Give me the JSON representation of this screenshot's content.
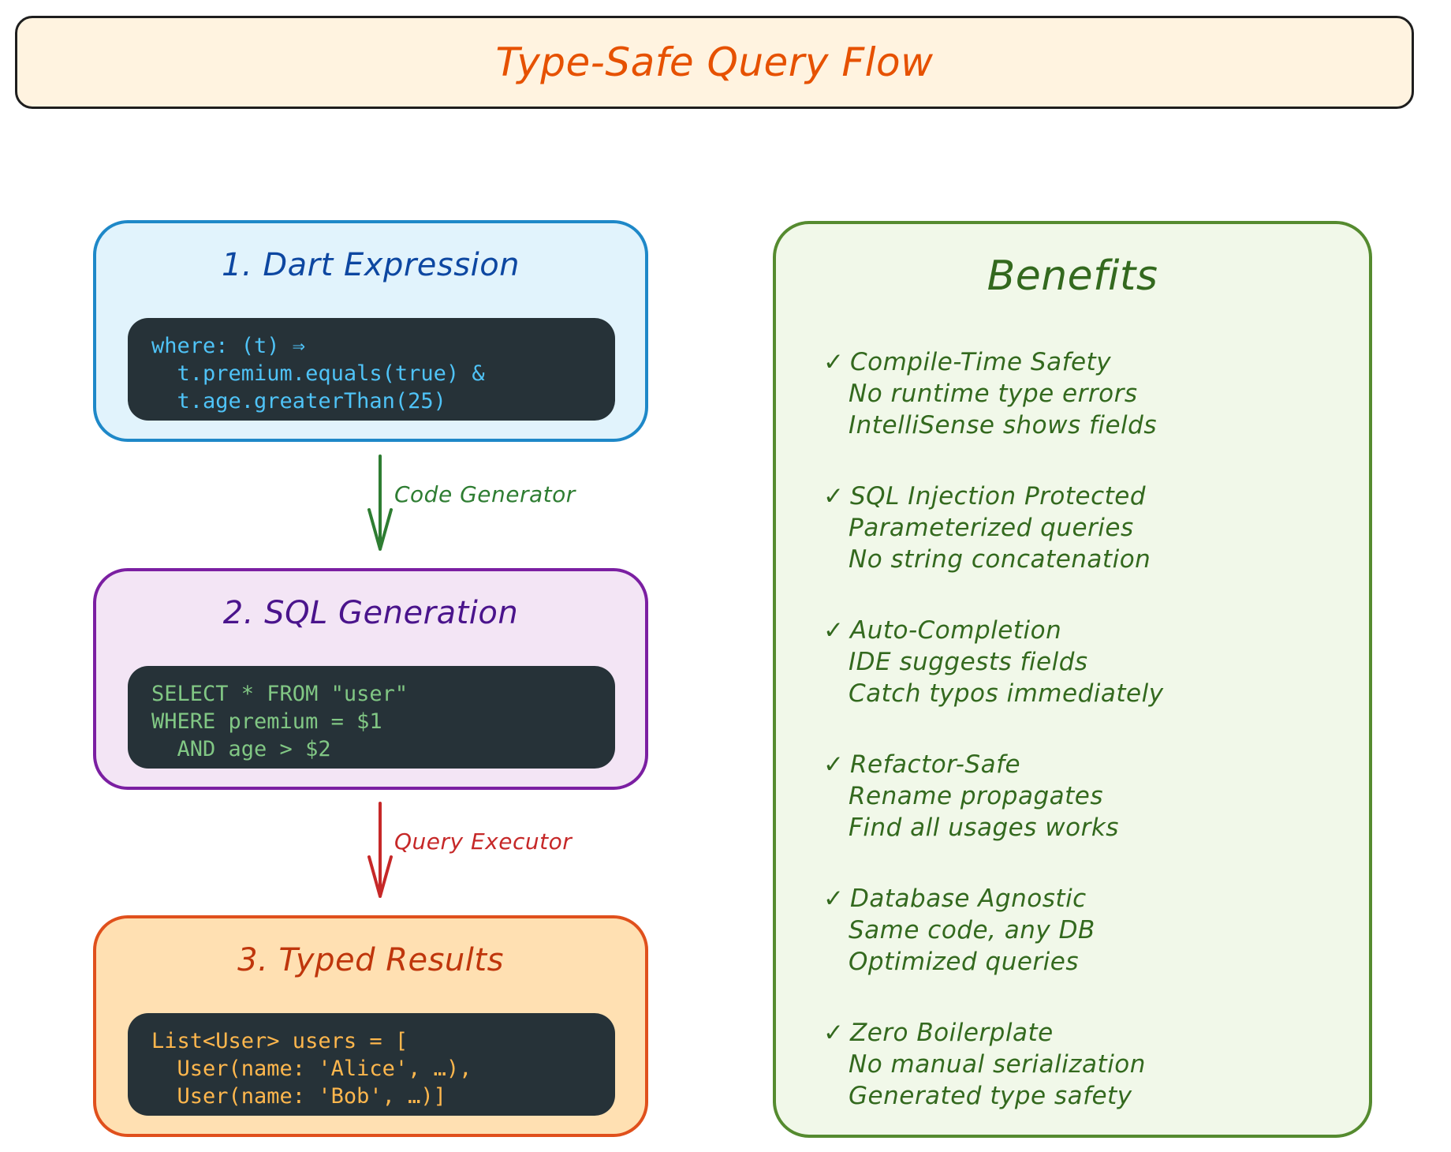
{
  "title": "Type-Safe Query Flow",
  "colors": {
    "title_text": "#e65100",
    "step1_border": "#1e88c8",
    "step2_border": "#7b1fa2",
    "step3_border": "#e0501c",
    "benefits_border": "#558b2f",
    "code_background": "#263238"
  },
  "steps": [
    {
      "title": "1. Dart Expression",
      "code": [
        "where: (t) ⇒",
        "  t.premium.equals(true) &",
        "  t.age.greaterThan(25)"
      ]
    },
    {
      "title": "2. SQL Generation",
      "code": [
        "SELECT * FROM \"user\"",
        "WHERE premium = $1",
        "  AND age > $2"
      ]
    },
    {
      "title": "3. Typed Results",
      "code": [
        "List<User> users = [",
        "  User(name: 'Alice', …),",
        "  User(name: 'Bob', …)]"
      ]
    }
  ],
  "arrows": [
    {
      "label": "Code Generator",
      "color": "#2e7d32"
    },
    {
      "label": "Query Executor",
      "color": "#c62828"
    }
  ],
  "benefits": {
    "title": "Benefits",
    "check_icon": "✓",
    "items": [
      {
        "heading": "Compile-Time Safety",
        "details": [
          "No runtime type errors",
          "IntelliSense shows fields"
        ]
      },
      {
        "heading": "SQL Injection Protected",
        "details": [
          "Parameterized queries",
          "No string concatenation"
        ]
      },
      {
        "heading": "Auto-Completion",
        "details": [
          "IDE suggests fields",
          "Catch typos immediately"
        ]
      },
      {
        "heading": "Refactor-Safe",
        "details": [
          "Rename propagates",
          "Find all usages works"
        ]
      },
      {
        "heading": "Database Agnostic",
        "details": [
          "Same code, any DB",
          "Optimized queries"
        ]
      },
      {
        "heading": "Zero Boilerplate",
        "details": [
          "No manual serialization",
          "Generated type safety"
        ]
      }
    ]
  }
}
